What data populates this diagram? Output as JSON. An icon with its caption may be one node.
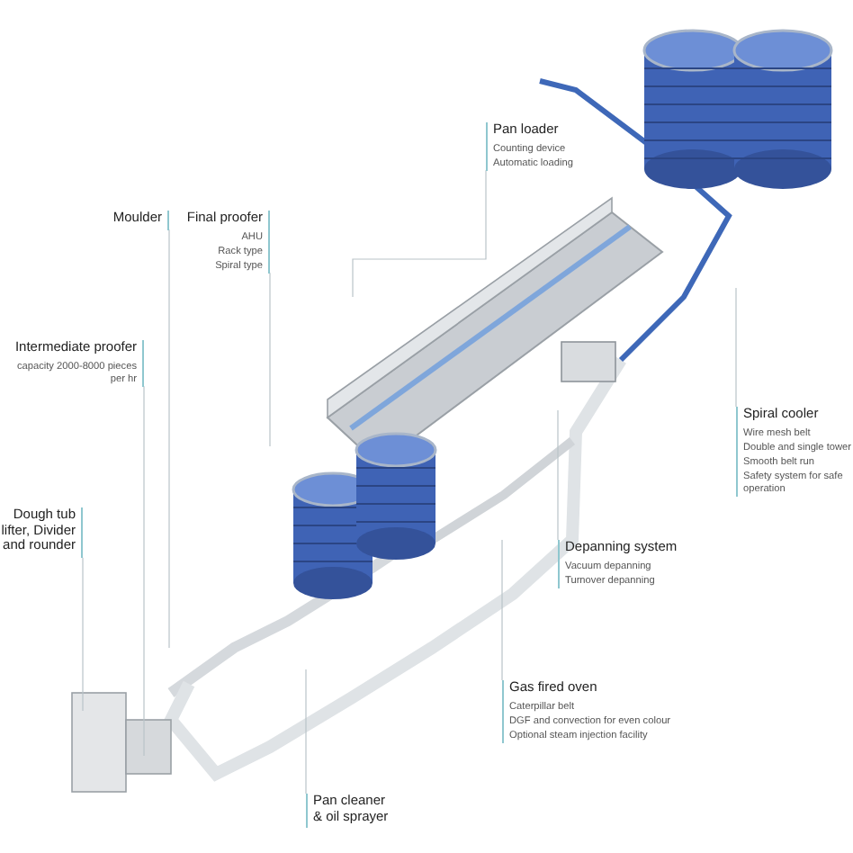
{
  "diagram": {
    "nodes": [
      {
        "text": [
          "Moulder"
        ]
      },
      {
        "text": [
          "Final proofer",
          "AHU",
          "Rack type",
          "Spiral type"
        ]
      },
      {
        "text": [
          "Intermediate proofer",
          "capacity 2000-8000 pieces per hr"
        ]
      },
      {
        "text": [
          "Dough tub lifter, Divider and rounder"
        ]
      },
      {
        "text": [
          "Pan loader",
          "Counting device",
          "Automatic loading"
        ]
      },
      {
        "text": [
          "Spiral cooler",
          "Wire mesh belt",
          "Double and single tower",
          "Smooth belt run",
          "Safety system for safe operation"
        ]
      },
      {
        "text": [
          "Depanning system",
          "Vacuum depanning",
          "Turnover depanning"
        ]
      },
      {
        "text": [
          "Gas fired oven",
          "Caterpillar belt",
          "DGF and convection for even colour",
          "Optional steam injection facility"
        ]
      },
      {
        "text": [
          "Pan cleaner & oil sprayer"
        ]
      }
    ],
    "edges": [
      {
        "from": 0,
        "to": null,
        "arrow": "none"
      },
      {
        "from": 1,
        "to": null,
        "arrow": "none"
      },
      {
        "from": 2,
        "to": null,
        "arrow": "none"
      },
      {
        "from": 3,
        "to": null,
        "arrow": "none"
      },
      {
        "from": 4,
        "to": null,
        "arrow": "none"
      },
      {
        "from": 5,
        "to": null,
        "arrow": "none"
      },
      {
        "from": 6,
        "to": null,
        "arrow": "none"
      },
      {
        "from": 7,
        "to": null,
        "arrow": "none"
      },
      {
        "from": 8,
        "to": null,
        "arrow": "none"
      }
    ]
  }
}
